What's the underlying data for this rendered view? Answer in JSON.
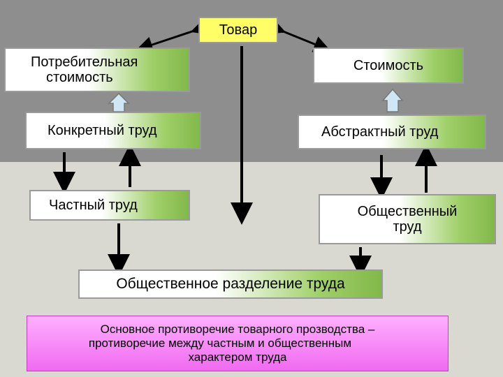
{
  "nodes": {
    "tovar": "Товар",
    "use_value_line1": "Потребительная",
    "use_value_line2": "стоимость",
    "value": "Стоимость",
    "concrete_labor": "Конкретный труд",
    "abstract_labor": "Абстрактный труд",
    "private_labor": "Частный труд",
    "social_labor_line1": "Общественный",
    "social_labor_line2": "труд",
    "division_of_labor": "Общественное разделение труда"
  },
  "footer": {
    "line1": "Основное противоречие товарного прозводства –",
    "line2": "противоречие между частным и общественным",
    "line3": "характером труда"
  },
  "colors": {
    "box_gradient": "#82b84a",
    "tovar_bg": "#fffe66",
    "footer_bg": "#f06af0",
    "arrow_up_fill": "#cfe6f5"
  }
}
